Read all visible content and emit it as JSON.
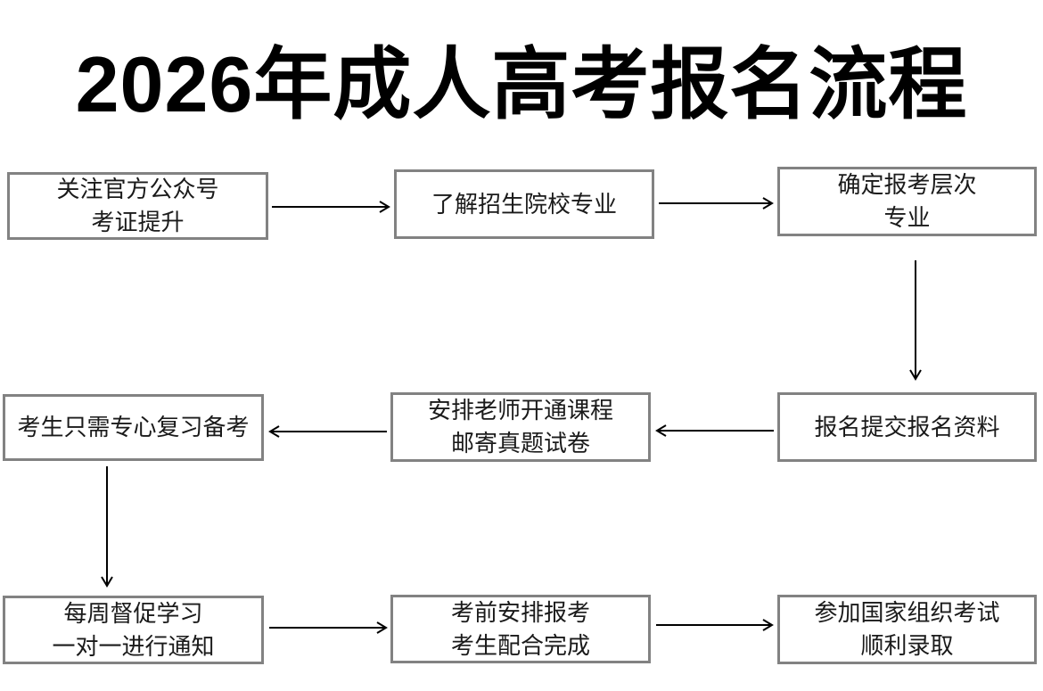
{
  "title": "2026年成人高考报名流程",
  "flowchart": {
    "boxes": [
      {
        "id": "step-1",
        "row": 1,
        "col": 1,
        "lines": [
          "关注官方公众号",
          "考证提升"
        ]
      },
      {
        "id": "step-2",
        "row": 1,
        "col": 2,
        "lines": [
          "了解招生院校专业"
        ]
      },
      {
        "id": "step-3",
        "row": 1,
        "col": 3,
        "lines": [
          "确定报考层次",
          "专业"
        ]
      },
      {
        "id": "step-4",
        "row": 2,
        "col": 3,
        "lines": [
          "报名提交报名资料"
        ]
      },
      {
        "id": "step-5",
        "row": 2,
        "col": 2,
        "lines": [
          "安排老师开通课程",
          "邮寄真题试卷"
        ]
      },
      {
        "id": "step-6",
        "row": 2,
        "col": 1,
        "lines": [
          "考生只需专心复习备考"
        ]
      },
      {
        "id": "step-7",
        "row": 3,
        "col": 1,
        "lines": [
          "每周督促学习",
          "一对一进行通知"
        ]
      },
      {
        "id": "step-8",
        "row": 3,
        "col": 2,
        "lines": [
          "考前安排报考",
          "考生配合完成"
        ]
      },
      {
        "id": "step-9",
        "row": 3,
        "col": 3,
        "lines": [
          "参加国家组织考试",
          "顺利录取"
        ]
      }
    ],
    "arrows": [
      {
        "from": "step-1",
        "to": "step-2",
        "direction": "right"
      },
      {
        "from": "step-2",
        "to": "step-3",
        "direction": "right"
      },
      {
        "from": "step-3",
        "to": "step-4",
        "direction": "down"
      },
      {
        "from": "step-4",
        "to": "step-5",
        "direction": "left"
      },
      {
        "from": "step-5",
        "to": "step-6",
        "direction": "left"
      },
      {
        "from": "step-6",
        "to": "step-7",
        "direction": "down"
      },
      {
        "from": "step-7",
        "to": "step-8",
        "direction": "right"
      },
      {
        "from": "step-8",
        "to": "step-9",
        "direction": "right"
      }
    ]
  },
  "colors": {
    "title_text": "#000000",
    "box_border": "#828282",
    "box_text": "#1a1a1a",
    "arrow": "#000000",
    "background": "#ffffff"
  }
}
